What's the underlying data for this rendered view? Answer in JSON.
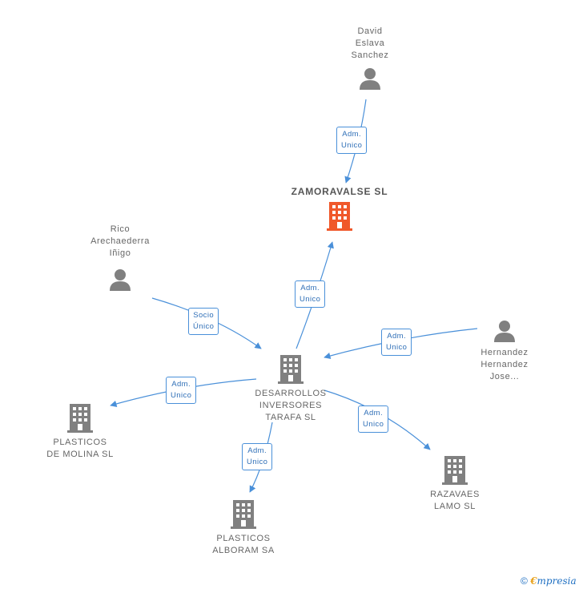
{
  "nodes": {
    "david": {
      "label": "David\nEslava\nSanchez"
    },
    "zamoravalse": {
      "label": "ZAMORAVALSE SL"
    },
    "rico": {
      "label": "Rico\nArechaederra\nIñigo"
    },
    "desarrollos": {
      "label": "DESARROLLOS\nINVERSORES\nTARAFA  SL"
    },
    "hernandez": {
      "label": "Hernandez\nHernandez\nJose..."
    },
    "plasticos_molina": {
      "label": "PLASTICOS\nDE MOLINA SL"
    },
    "razavaes": {
      "label": "RAZAVAES\nLAMO SL"
    },
    "plasticos_alboram": {
      "label": "PLASTICOS\nALBORAM SA"
    }
  },
  "edges": {
    "david_zamoravalse": "Adm.\nUnico",
    "desarrollos_zamoravalse": "Adm.\nUnico",
    "rico_desarrollos": "Socio\nÚnico",
    "hernandez_desarrollos": "Adm.\nUnico",
    "desarrollos_molina": "Adm.\nUnico",
    "desarrollos_razavaes": "Adm.\nUnico",
    "desarrollos_alboram": "Adm.\nUnico"
  },
  "footer": {
    "copyright": "©",
    "brand_first": "€",
    "brand_rest": "mpresia"
  },
  "colors": {
    "edge": "#4a90d9",
    "company": "#808080",
    "main_company": "#f0582a",
    "person": "#808080"
  }
}
